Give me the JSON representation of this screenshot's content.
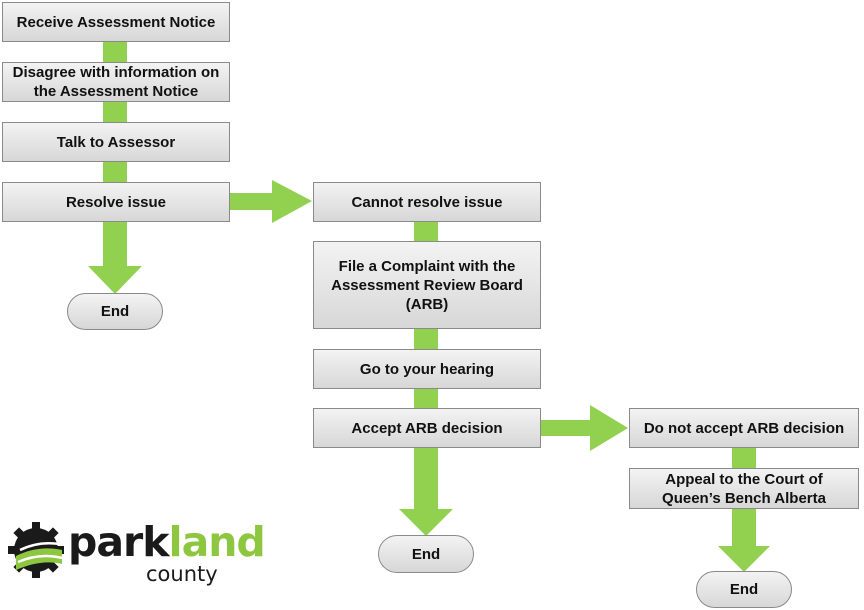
{
  "colors": {
    "connector": "#92d050",
    "box_border": "#8a8a8a",
    "logo_green": "#8dc63f",
    "logo_dark": "#1a1a1a"
  },
  "steps": {
    "receive_notice": "Receive Assessment Notice",
    "disagree": "Disagree with information on the Assessment Notice",
    "talk_assessor": "Talk to Assessor",
    "resolve_issue": "Resolve issue",
    "end_1": "End",
    "cannot_resolve": "Cannot resolve issue",
    "file_complaint": "File a Complaint with the Assessment Review Board (ARB)",
    "hearing": "Go to your hearing",
    "accept_arb": "Accept ARB decision",
    "end_2": "End",
    "not_accept_arb": "Do not accept ARB decision",
    "appeal": "Appeal to the Court of Queen’s Bench Alberta",
    "end_3": "End"
  },
  "logo": {
    "text_park": "park",
    "text_land": "land",
    "text_county": "county"
  }
}
